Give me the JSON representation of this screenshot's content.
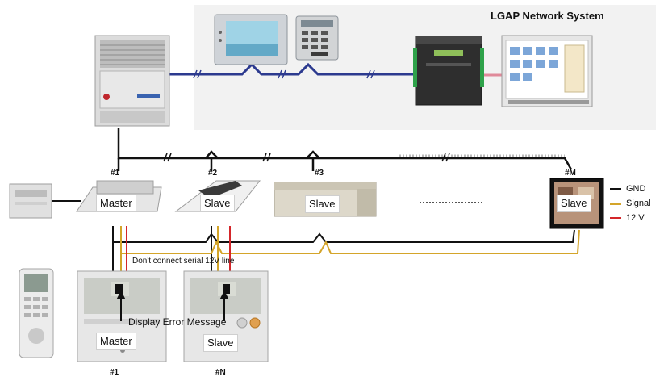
{
  "network": {
    "title": "LGAP Network System"
  },
  "units": {
    "indoor": [
      {
        "number": "#1",
        "role": "Master"
      },
      {
        "number": "#2",
        "role": "Slave"
      },
      {
        "number": "#3",
        "role": "Slave"
      },
      {
        "number": "#M",
        "role": "Slave"
      }
    ],
    "remotes": [
      {
        "number": "#1",
        "role": "Master"
      },
      {
        "number": "#N",
        "role": "Slave"
      }
    ]
  },
  "notes": {
    "serial_warning": "Don't connect serial 12V line",
    "display_error": "Display Error Message"
  },
  "legend": [
    {
      "label": "GND",
      "color": "#111111"
    },
    {
      "label": "Signal",
      "color": "#d4a52a"
    },
    {
      "label": "12 V",
      "color": "#d4262a"
    }
  ],
  "wire_colors": {
    "network": "#2c3a8f",
    "gnd": "#111111",
    "signal": "#d4a52a",
    "v12": "#d4262a",
    "pc_link": "#e08a9a"
  },
  "devices": {
    "outdoor_unit": "outdoor-unit",
    "touch_controller": "touch-panel-controller",
    "keypad_controller": "keypad-controller",
    "gateway": "lgap-gateway",
    "pc": "pc-monitor",
    "wired_receiver": "wired-receiver",
    "wireless_remote": "wireless-remote"
  }
}
